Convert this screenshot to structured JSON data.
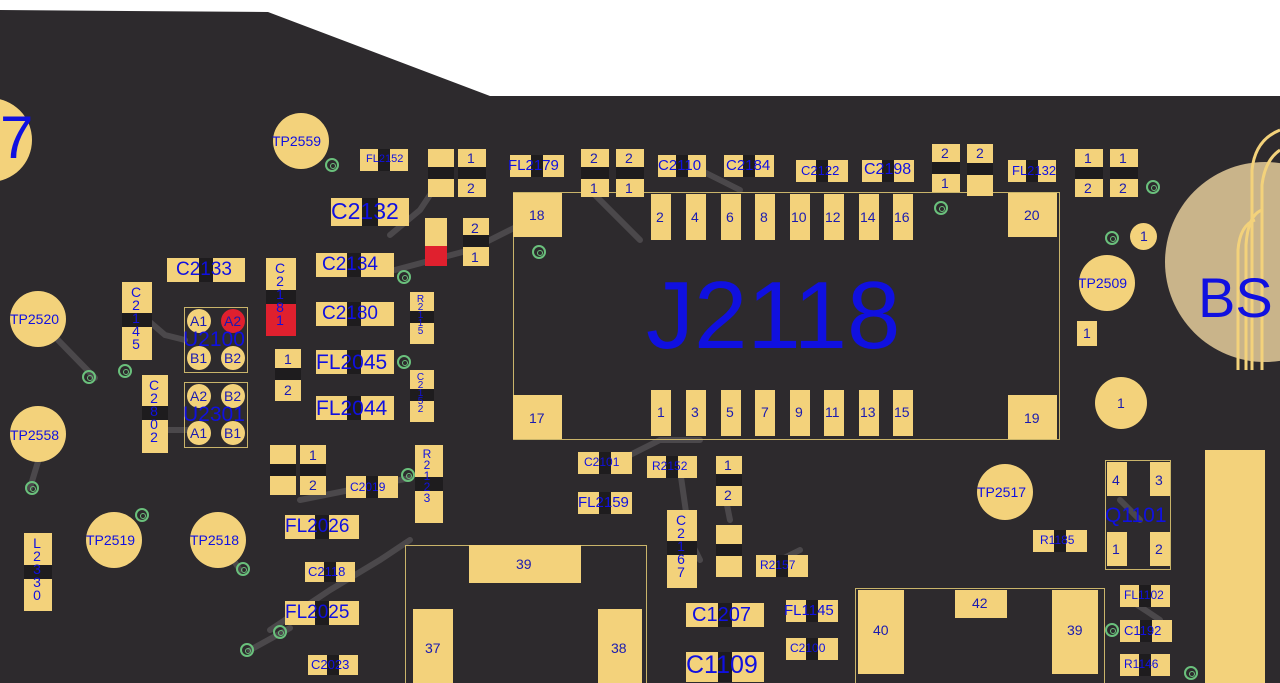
{
  "component": {
    "J2118": "J2118",
    "U2100": "U2100",
    "U2301": "U2301",
    "Q1101": "Q1101",
    "BS": "BS",
    "edge_number": "7"
  },
  "pins": {
    "j_top": [
      "2",
      "4",
      "6",
      "8",
      "10",
      "12",
      "14",
      "16"
    ],
    "j_bottom": [
      "1",
      "3",
      "5",
      "7",
      "9",
      "11",
      "13",
      "15"
    ],
    "j_corner": [
      "18",
      "20",
      "17",
      "19"
    ],
    "u2100": [
      "A1",
      "A2",
      "B1",
      "B2"
    ],
    "u2301": [
      "A2",
      "B2",
      "A1",
      "B1"
    ],
    "q1101": [
      "4",
      "3",
      "1",
      "2"
    ],
    "big": [
      "39",
      "37",
      "38",
      "40",
      "42",
      "39"
    ],
    "one": "1",
    "two": "2"
  },
  "testpoints": {
    "tp2559": "TP2559",
    "tp2520": "TP2520",
    "tp2558": "TP2558",
    "tp2519": "TP2519",
    "tp2518": "TP2518",
    "tp2509": "TP2509",
    "tp2517": "TP2517"
  },
  "refs": {
    "c2132": "C2132",
    "c2133": "C2133",
    "c2134": "C2134",
    "c2180": "C2180",
    "fl2045": "FL2045",
    "fl2044": "FL2044",
    "fl2026": "FL2026",
    "fl2025": "FL2025",
    "fl2179": "FL2179",
    "c2110": "C2110",
    "c2184": "C2184",
    "c2198": "C2198",
    "c2122": "C2122",
    "fl2159": "FL2159",
    "c1207": "C1207",
    "c1109": "C1109",
    "c2101": "C2101",
    "r2152": "R2152",
    "c2019": "C2019",
    "c2118": "C2118",
    "c2023": "C2023",
    "fl1145": "FL1145",
    "r2157": "R2157",
    "c2100": "C2100",
    "r1185": "R1185",
    "fl1102": "FL1102",
    "c1192": "C1192",
    "r1146": "R1146",
    "fl2132": "FL2132",
    "fl2152": "FL2152",
    "c2145": "C2145",
    "c2802": "C2802",
    "c2181": "C2181",
    "c2167": "C2167",
    "l2330": "L2330",
    "r2115": "R2115",
    "c2152": "C2152",
    "r2123": "R2123"
  }
}
